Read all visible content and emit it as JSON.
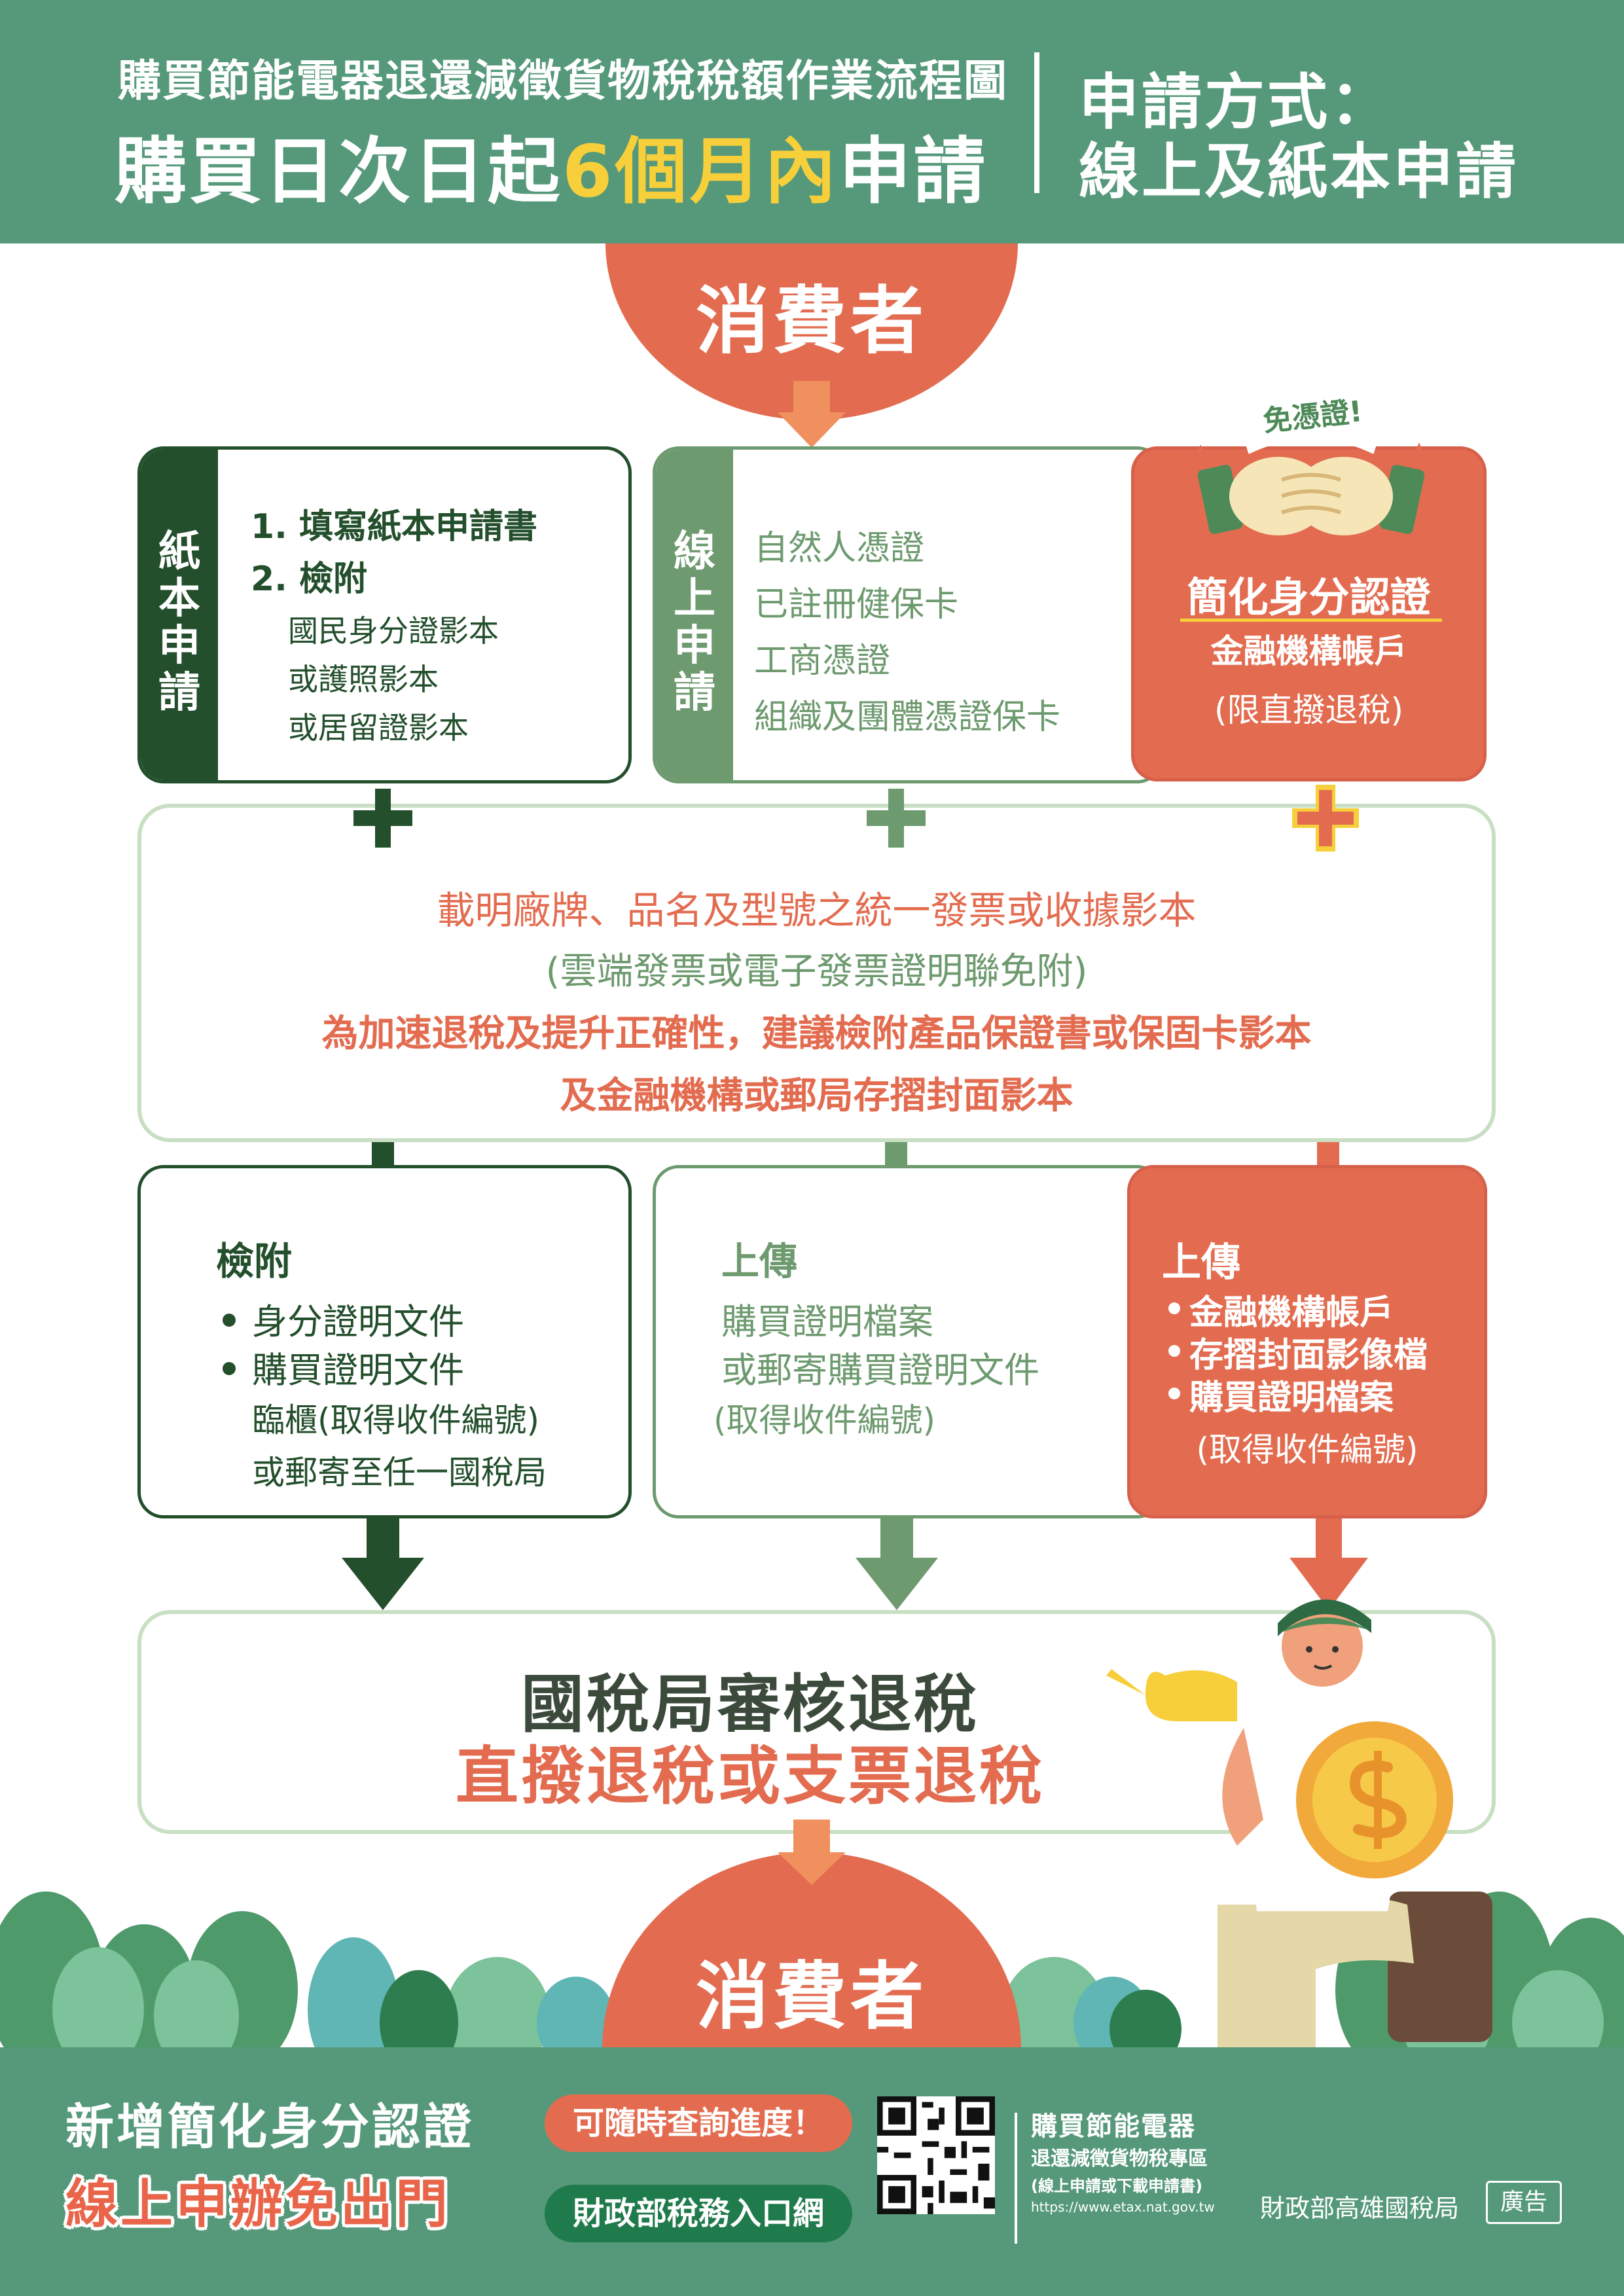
{
  "header": {
    "title_small": "購買節能電器退還減徵貨物稅稅額作業流程圖",
    "title_large_a": "購買日次日起",
    "title_large_highlight": "6個月內",
    "title_large_b": "申請",
    "method_label": "申請方式：",
    "method_value": "線上及紙本申請"
  },
  "consumer_top": "消費者",
  "consumer_bottom": "消費者",
  "paper": {
    "side_label": "紙本申請",
    "step1": "1. 填寫紙本申請書",
    "step2": "2. 檢附",
    "docs": [
      "國民身分證影本",
      "或護照影本",
      "或居留證影本"
    ]
  },
  "online": {
    "side_label": "線上申請",
    "items": [
      "自然人憑證",
      "已註冊健保卡",
      "工商憑證",
      "組織及團體憑證保卡"
    ]
  },
  "simplified": {
    "stamp_text": "免憑證!",
    "title": "簡化身分認證",
    "subtitle": "金融機構帳戶",
    "note": "(限直撥退稅)"
  },
  "requirements": {
    "line1": "載明廠牌、品名及型號之統一發票或收據影本",
    "line2": "(雲端發票或電子發票證明聯免附)",
    "line3": "為加速退稅及提升正確性，建議檢附產品保證書或保固卡影本",
    "line4": "及金融機構或郵局存摺封面影本"
  },
  "paper_submit": {
    "heading": "檢附",
    "items": [
      "身分證明文件",
      "購買證明文件"
    ],
    "note1": "臨櫃(取得收件編號)",
    "note2": "或郵寄至任一國稅局"
  },
  "online_submit": {
    "heading": "上傳",
    "line1": "購買證明檔案",
    "line2": "或郵寄購買證明文件",
    "note": "(取得收件編號)"
  },
  "simplified_submit": {
    "heading": "上傳",
    "items": [
      "金融機構帳戶",
      "存摺封面影像檔",
      "購買證明檔案"
    ],
    "note": "(取得收件編號)"
  },
  "result": {
    "line1": "國稅局審核退稅",
    "line2": "直撥退稅或支票退稅"
  },
  "footer": {
    "promo1": "新增簡化身分認證",
    "promo2": "線上申辦免出門",
    "pill1": "可隨時查詢進度！",
    "pill2": "財政部稅務入口網",
    "zone_title": "購買節能電器",
    "zone_sub": "退還減徵貨物稅專區",
    "zone_note": "(線上申請或下載申請書)",
    "url": "https://www.etax.nat.gov.tw",
    "agency": "財政部高雄國稅局",
    "ad_badge": "廣告"
  },
  "colors": {
    "header_green": "#56997a",
    "dark_green": "#234f2c",
    "mid_green": "#6e9a6f",
    "coral": "#e36c50",
    "yellow": "#f7cf3a"
  }
}
